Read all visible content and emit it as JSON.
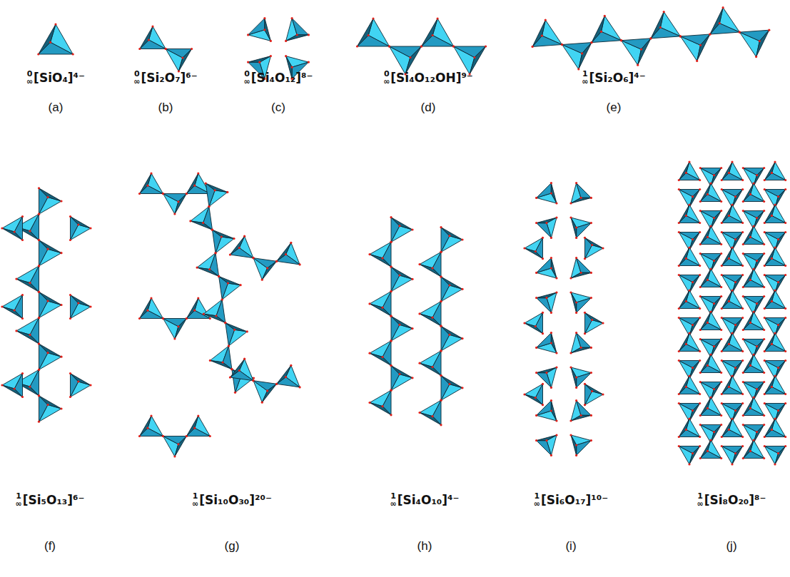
{
  "diagram": {
    "labels": [
      "0",
      "∞",
      "[SiO₄]⁴⁻",
      "(a)",
      "0",
      "∞",
      "[Si₂O₇]⁶⁻",
      "(b)",
      "0",
      "∞",
      "[Si₄O₁₂]⁸⁻",
      "(c)",
      "0",
      "∞",
      "[Si₄O₁₂OH]⁹⁻",
      "(d)",
      "1",
      "∞",
      "[Si₂O₆]⁴⁻",
      "(e)",
      "1",
      "∞",
      "[Si₅O₁₃]⁶⁻",
      "(f)",
      "1",
      "∞",
      "[Si₁₀O₃₀]²⁰⁻",
      "(g)",
      "1",
      "∞",
      "[Si₄O₁₀]⁴⁻",
      "(h)",
      "1",
      "∞",
      "[Si₆O₁₇]¹⁰⁻",
      "(i)",
      "1",
      "∞",
      "[Si₈O₂₀]⁸⁻",
      "(j)"
    ]
  }
}
